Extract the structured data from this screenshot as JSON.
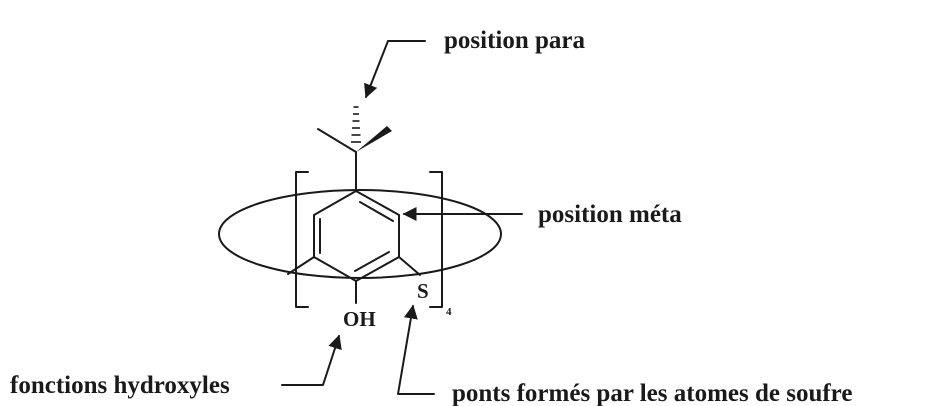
{
  "labels": {
    "para": "position para",
    "meta": "position méta",
    "hydroxyl": "fonctions hydroxyles",
    "bridges": "ponts formés par les atomes de soufre"
  },
  "atoms": {
    "sulfur": "S",
    "hydroxyl": "OH",
    "repeat": "4"
  }
}
